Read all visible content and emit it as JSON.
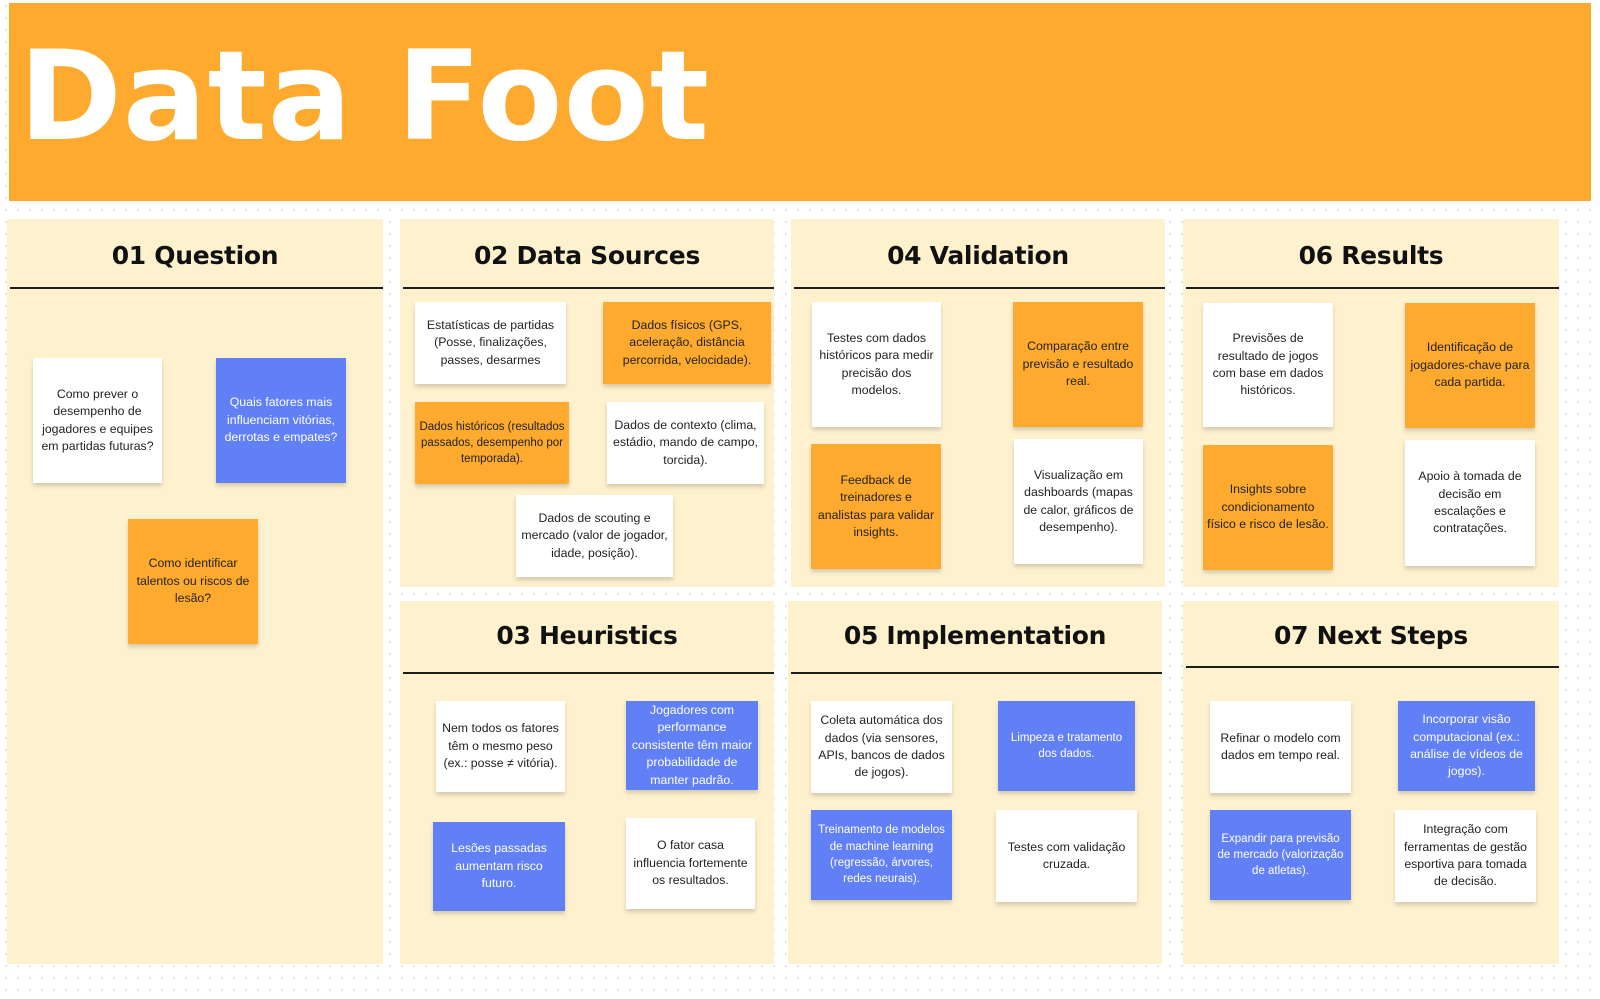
{
  "board": {
    "title": "Data Foot"
  },
  "colors": {
    "header": "#fdaa2e",
    "panel": "#fdf1ce",
    "note_orange": "#fdaa2e",
    "note_blue": "#6180f5",
    "note_white": "#ffffff"
  },
  "panels": {
    "question": {
      "title": "01 Question",
      "notes": [
        "Como prever o desempenho de jogadores e equipes em partidas futuras?",
        "Quais fatores mais influenciam vitórias, derrotas e empates?",
        "Como identificar talentos ou riscos de lesão?"
      ]
    },
    "data_sources": {
      "title": "02 Data Sources",
      "notes": [
        "Estatísticas de partidas (Posse, finalizações, passes, desarmes",
        "Dados físicos (GPS, aceleração, distância percorrida, velocidade).",
        "Dados históricos (resultados passados, desempenho por temporada).",
        "Dados de contexto (clima, estádio, mando de campo, torcida).",
        "Dados de scouting e mercado (valor de jogador, idade, posição)."
      ]
    },
    "heuristics": {
      "title": "03 Heuristics",
      "notes": [
        "Nem todos os fatores têm o mesmo peso (ex.: posse ≠ vitória).",
        "Jogadores com performance consistente têm maior probabilidade de manter padrão.",
        "Lesões passadas aumentam risco futuro.",
        "O fator casa influencia fortemente os resultados."
      ]
    },
    "validation": {
      "title": "04 Validation",
      "notes": [
        "Testes com dados históricos para medir precisão dos modelos.",
        "Comparação entre previsão e resultado real.",
        "Feedback de treinadores e analistas para validar insights.",
        "Visualização em dashboards (mapas de calor, gráficos de desempenho)."
      ]
    },
    "implementation": {
      "title": "05 Implementation",
      "notes": [
        "Coleta automática dos dados (via sensores, APIs, bancos de dados de jogos).",
        "Limpeza e tratamento dos dados.",
        "Treinamento de modelos de machine learning (regressão, árvores, redes neurais).",
        "Testes com validação cruzada."
      ]
    },
    "results": {
      "title": "06 Results",
      "notes": [
        "Previsões de resultado de jogos com base em dados históricos.",
        "Identificação de jogadores-chave para cada partida.",
        "Insights sobre condicionamento físico e risco de lesão.",
        "Apoio à tomada de decisão em escalações e contratações."
      ]
    },
    "next_steps": {
      "title": "07 Next Steps",
      "notes": [
        "Refinar o modelo com dados em tempo real.",
        "Incorporar visão computacional (ex.: análise de vídeos de jogos).",
        "Expandir para previsão de mercado (valorização de atletas).",
        "Integração com ferramentas de gestão esportiva para tomada de decisão."
      ]
    }
  }
}
